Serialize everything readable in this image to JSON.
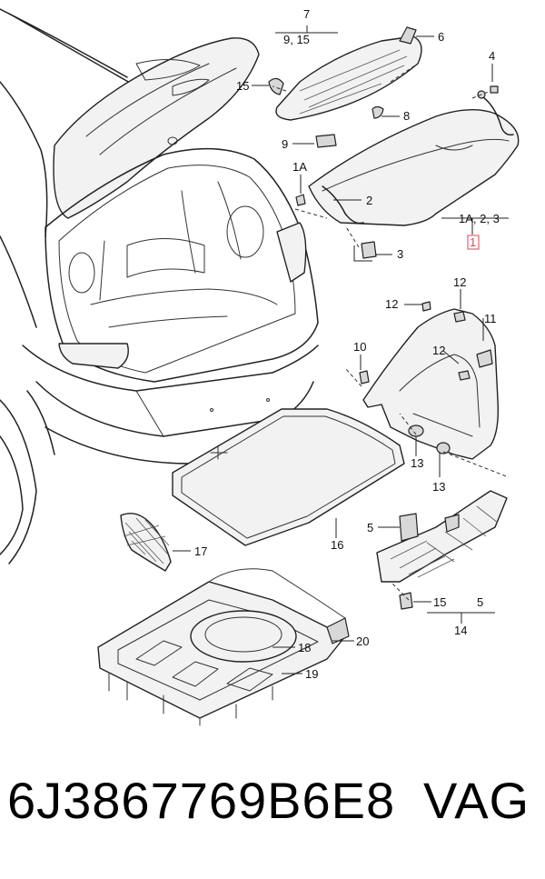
{
  "callouts": {
    "c7": "7",
    "c9_15": "9, 15",
    "c6": "6",
    "c15_top": "15",
    "c8": "8",
    "c9": "9",
    "c4": "4",
    "c1a_left": "1A",
    "c2": "2",
    "c1a_2_3": "1A, 2, 3",
    "c1_red": "1",
    "c3": "3",
    "c12_a": "12",
    "c12_b": "12",
    "c11": "11",
    "c10": "10",
    "c12_c": "12",
    "c13_a": "13",
    "c13_b": "13",
    "c5_a": "5",
    "c16": "16",
    "c17": "17",
    "c15_bottom": "15",
    "c5_b": "5",
    "c14": "14",
    "c18": "18",
    "c20": "20",
    "c19": "19"
  },
  "highlight_color": "#d9475a",
  "footer": {
    "part_number": "6J3867769B6E8",
    "brand": "VAG"
  }
}
